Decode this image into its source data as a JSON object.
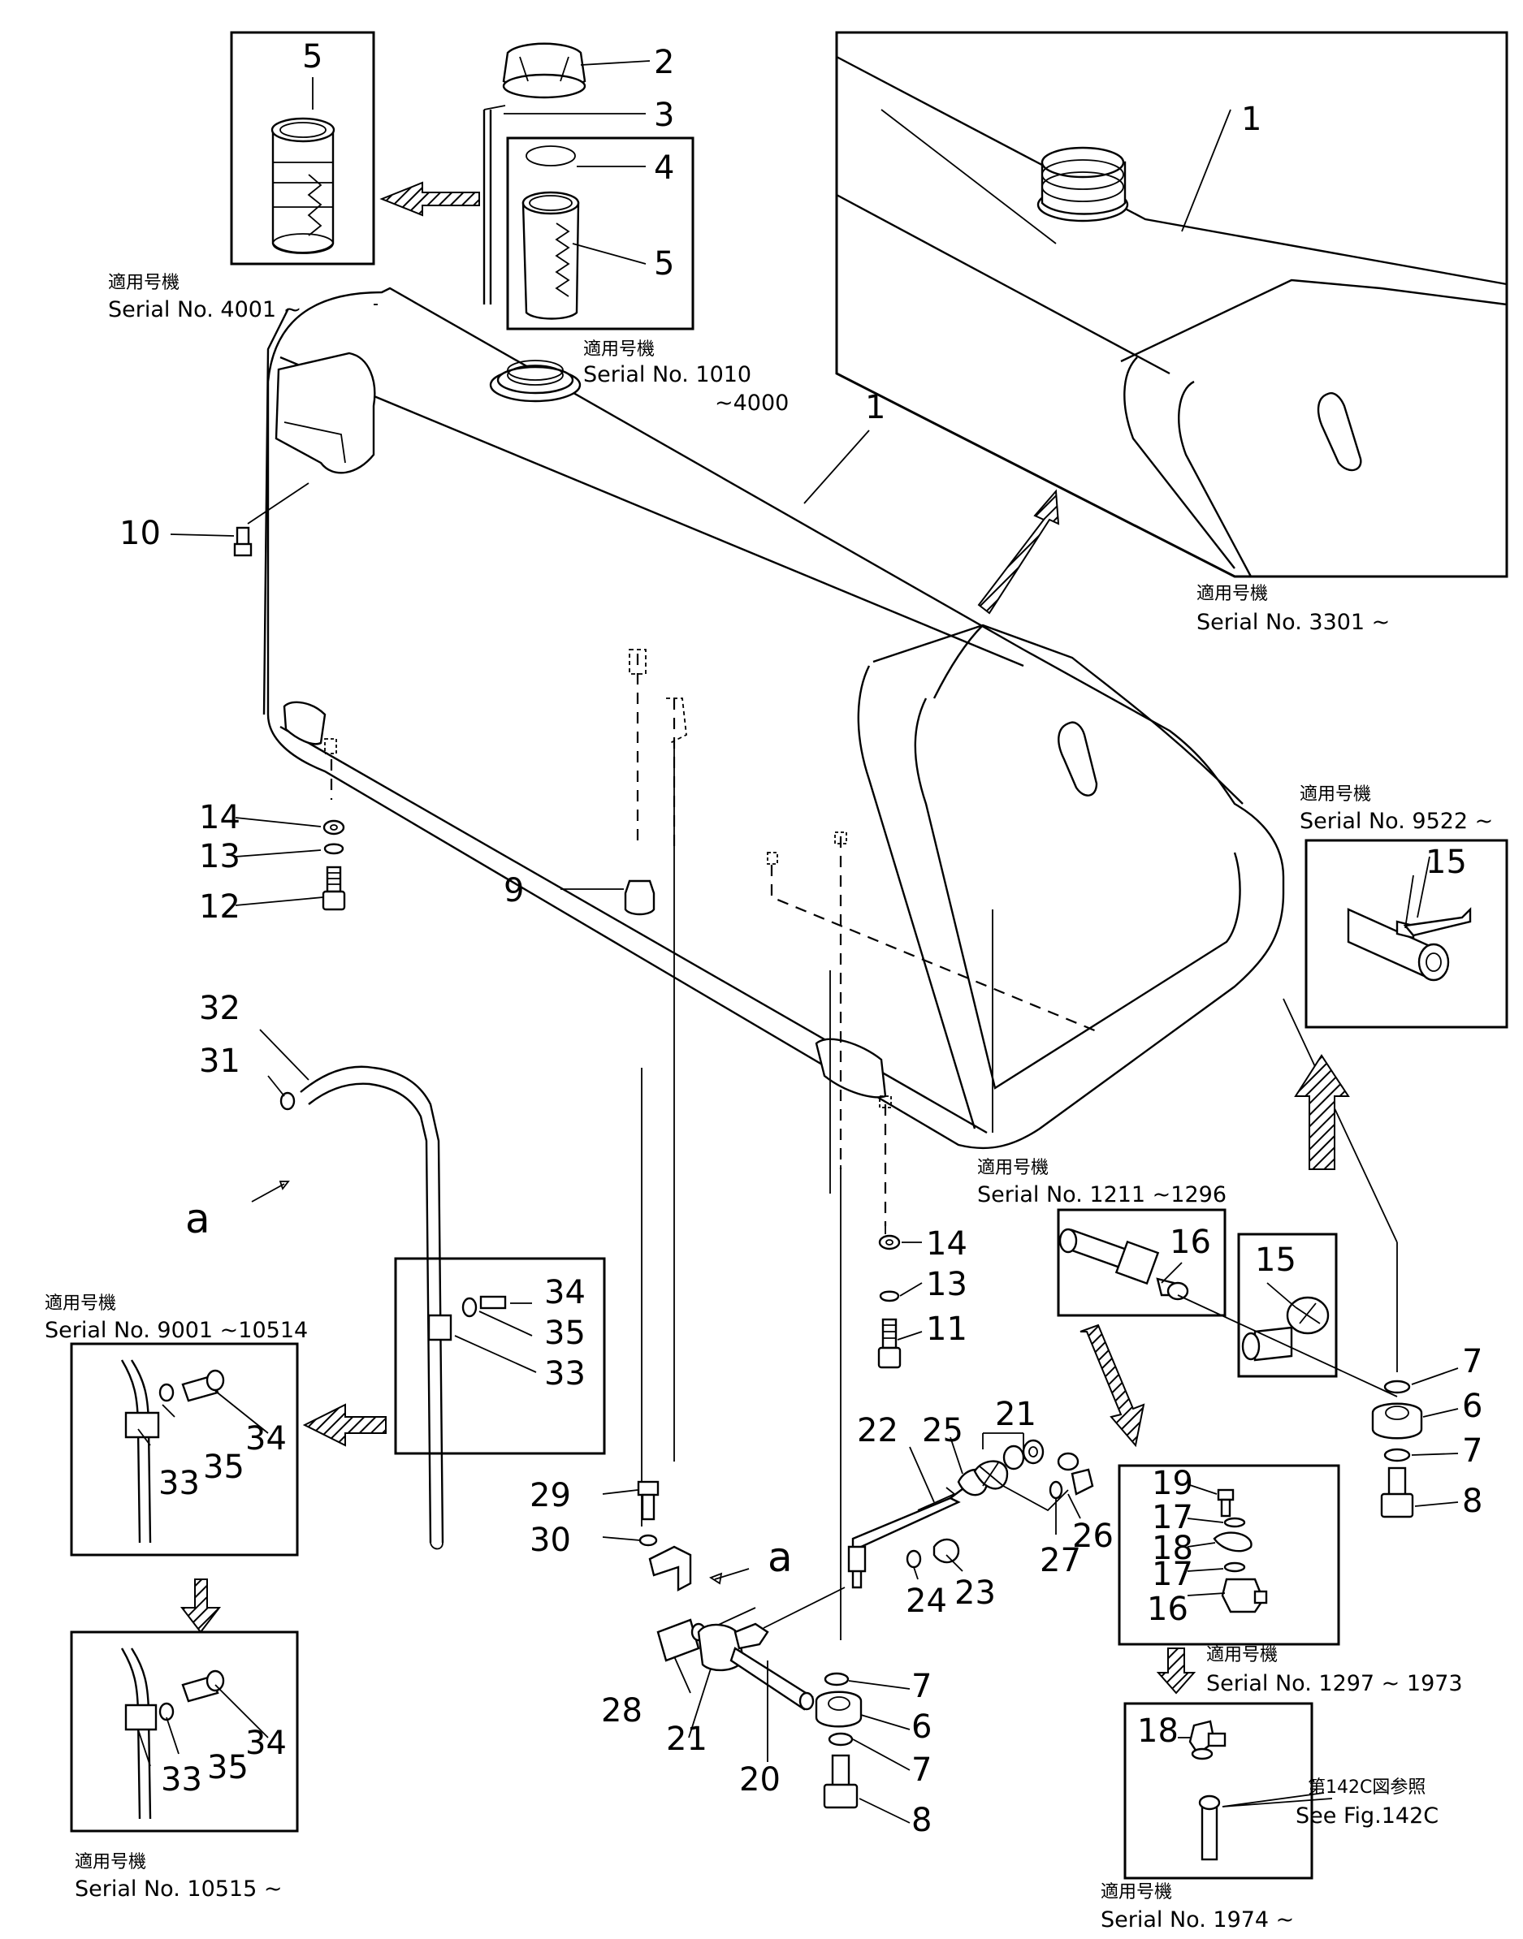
{
  "callouts": {
    "c1a": "1",
    "c1b": "1",
    "c2": "2",
    "c3": "3",
    "c4": "4",
    "c5a": "5",
    "c5b": "5",
    "c6a": "6",
    "c6b": "6",
    "c7a": "7",
    "c7b": "7",
    "c7c": "7",
    "c7d": "7",
    "c8a": "8",
    "c8b": "8",
    "c9": "9",
    "c10": "10",
    "c11": "11",
    "c12": "12",
    "c13a": "13",
    "c13b": "13",
    "c14a": "14",
    "c14b": "14",
    "c15a": "15",
    "c15b": "15",
    "c16a": "16",
    "c16b": "16",
    "c17a": "17",
    "c17b": "17",
    "c18a": "18",
    "c18b": "18",
    "c19": "19",
    "c20": "20",
    "c21a": "21",
    "c21b": "21",
    "c22": "22",
    "c23": "23",
    "c24": "24",
    "c25": "25",
    "c26": "26",
    "c27": "27",
    "c28": "28",
    "c29": "29",
    "c30": "30",
    "c31": "31",
    "c32": "32",
    "c33a": "33",
    "c33b": "33",
    "c33c": "33",
    "c34a": "34",
    "c34b": "34",
    "c34c": "34",
    "c35a": "35",
    "c35b": "35",
    "c35c": "35",
    "a1": "a",
    "a2": "a"
  },
  "applicability": {
    "jp_label": "適用号機",
    "s4001": "Serial  No.  4001 ~",
    "s1010": "Serial  No.  1010",
    "s1010_end": "~4000",
    "s3301": "Serial  No.  3301 ~",
    "s9522": "Serial  No.  9522 ~",
    "s1211": "Serial  No.  1211 ~1296",
    "s9001": "Serial  No.  9001 ~10514",
    "s10515": "Serial  No.  10515 ~",
    "s1297": "Serial  No.  1297 ~ 1973",
    "s1974": "Serial  No.  1974 ~"
  },
  "reference": {
    "jp": "第142C図参照",
    "en": "See Fig.142C"
  },
  "icons": [
    "fuel-tank",
    "filler-cap",
    "strainer",
    "drain-valve",
    "fuel-hose",
    "hatched-arrow"
  ]
}
